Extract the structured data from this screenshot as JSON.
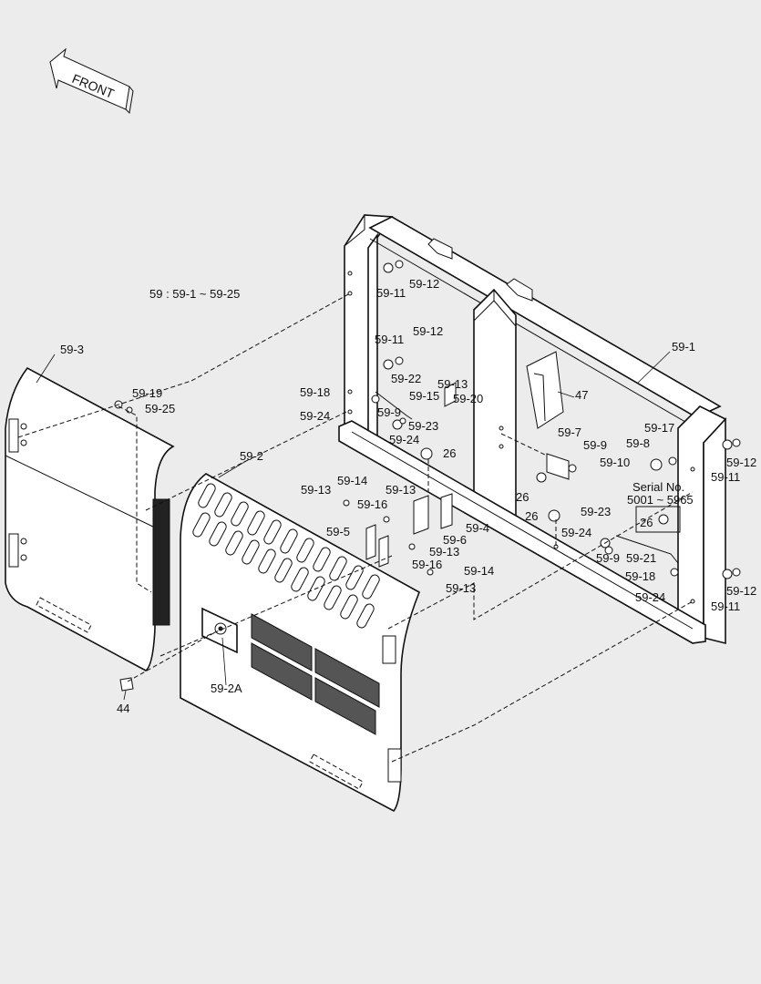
{
  "front_arrow": {
    "label": "FRONT"
  },
  "assembly_note": "59 : 59-1 ~ 59-25",
  "serial_box": {
    "title": "Serial No.",
    "range": "5001 ~ 5965",
    "part": "26"
  },
  "labels": {
    "l_59_12_a": "59-12",
    "l_59_11_a": "59-11",
    "l_59_11_b": "59-11",
    "l_59_12_b": "59-12",
    "l_59_22": "59-22",
    "l_59_18_a": "59-18",
    "l_59_13_a": "59-13",
    "l_59_15": "59-15",
    "l_59_20": "59-20",
    "l_59_24_a": "59-24",
    "l_59_9_a": "59-9",
    "l_59_23_a": "59-23",
    "l_59_24_b": "59-24",
    "l_26_a": "26",
    "l_47": "47",
    "l_59_1": "59-1",
    "l_59_17": "59-17",
    "l_59_8": "59-8",
    "l_59_12_c": "59-12",
    "l_59_11_c": "59-11",
    "l_59_7": "59-7",
    "l_59_9_b": "59-9",
    "l_59_10": "59-10",
    "l_26_b": "26",
    "l_59_3": "59-3",
    "l_59_19": "59-19",
    "l_59_25": "59-25",
    "l_59_2": "59-2",
    "l_59_14_a": "59-14",
    "l_59_13_b": "59-13",
    "l_59_16_a": "59-16",
    "l_59_13_c": "59-13",
    "l_59_5": "59-5",
    "l_59_4": "59-4",
    "l_59_6": "59-6",
    "l_59_13_d": "59-13",
    "l_59_16_b": "59-16",
    "l_59_14_b": "59-14",
    "l_59_13_e": "59-13",
    "l_26_c": "26",
    "l_59_23_b": "59-23",
    "l_59_24_c": "59-24",
    "l_59_9_c": "59-9",
    "l_59_21": "59-21",
    "l_59_18_b": "59-18",
    "l_59_24_d": "59-24",
    "l_59_12_d": "59-12",
    "l_59_11_d": "59-11",
    "l_44": "44",
    "l_59_2a": "59-2A"
  }
}
